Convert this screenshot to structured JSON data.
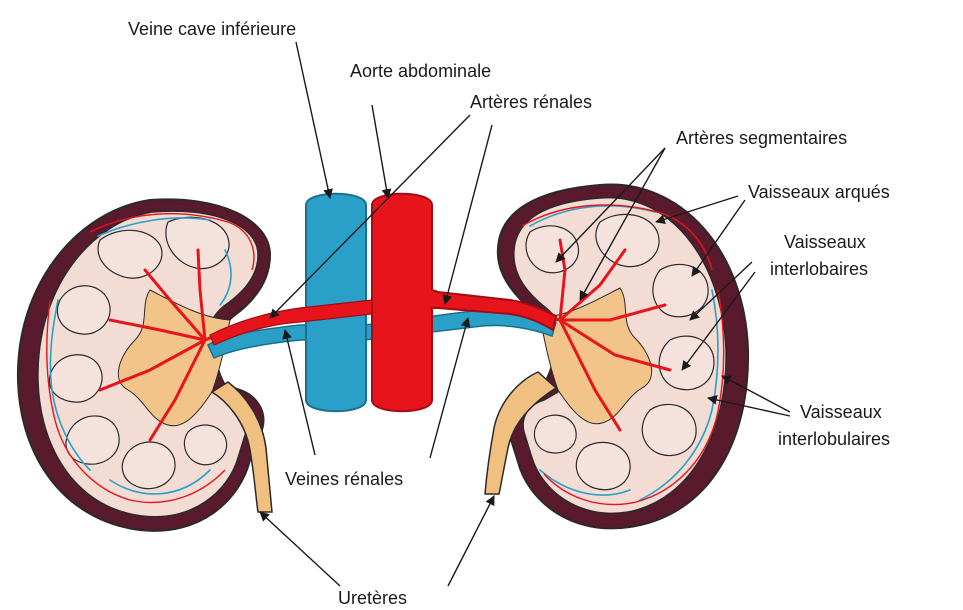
{
  "labels": {
    "vena_cava": "Veine cave inférieure",
    "aorta": "Aorte abdominale",
    "renal_arteries": "Artères rénales",
    "segmental_arteries": "Artères segmentaires",
    "arcuate_vessels": "Vaisseaux arqués",
    "interlobar_line1": "Vaisseaux",
    "interlobar_line2": "interlobaires",
    "interlobular_line1": "Vaisseaux",
    "interlobular_line2": "interlobulaires",
    "renal_veins": "Veines rénales",
    "ureters": "Uretères"
  },
  "colors": {
    "capsule": "#5a1a2e",
    "cortex": "#f2dcd4",
    "pyramid": "#f6e2dc",
    "pelvis": "#f2c48a",
    "artery": "#e8141c",
    "vein": "#2aa0c8",
    "ureter": "#f0c080",
    "outline": "#2a2a2a"
  }
}
